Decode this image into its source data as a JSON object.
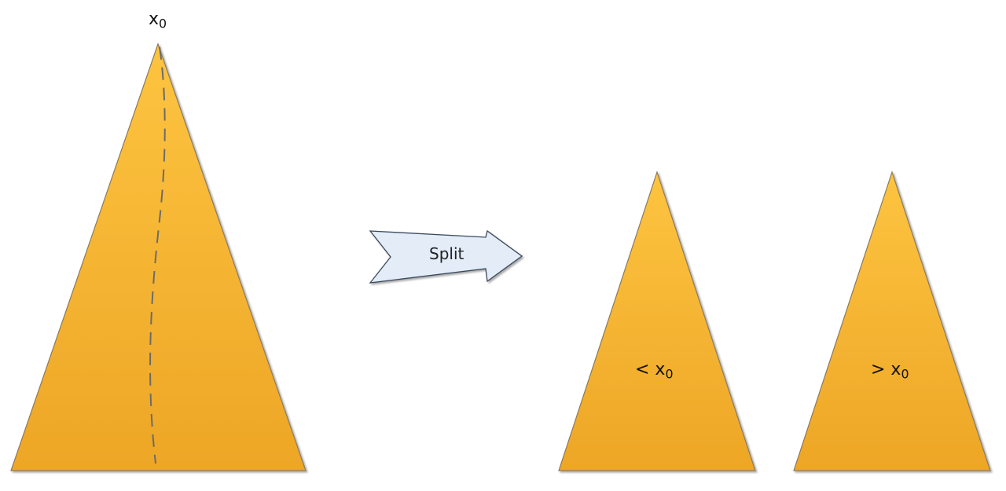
{
  "diagram": {
    "root_tree": {
      "label": "x",
      "label_subscript": "0"
    },
    "arrow": {
      "label": "Split"
    },
    "left_subtree": {
      "label": "< x",
      "label_subscript": "0"
    },
    "right_subtree": {
      "label": "> x",
      "label_subscript": "0"
    },
    "colors": {
      "triangle_fill_top": "#FDC440",
      "triangle_fill_bottom": "#EDA626",
      "triangle_stroke": "#8A7A60",
      "arrow_fill": "#E3ECF7",
      "arrow_stroke": "#3A4A5C",
      "split_line": "#6B6B6B"
    }
  }
}
